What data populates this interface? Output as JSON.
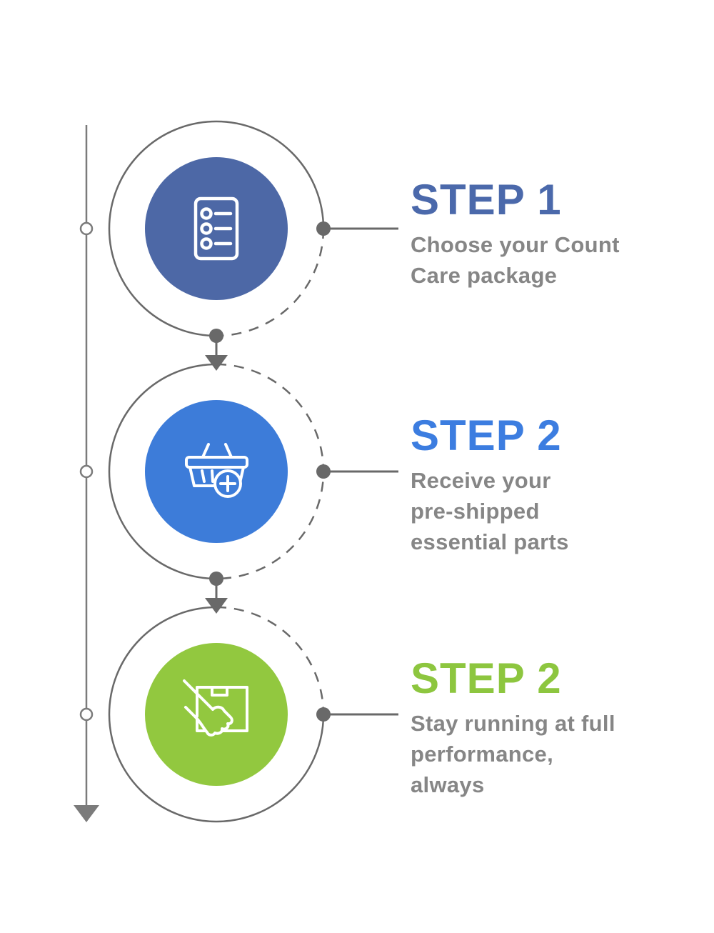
{
  "diagram": {
    "type": "vertical-process-infographic",
    "background": "#ffffff",
    "text_color": "#868686",
    "connector_color": "#696969",
    "timeline": {
      "orientation": "vertical-down-arrow",
      "node_count": 3,
      "line_color": "#7b7b7b"
    },
    "steps": [
      {
        "title": "STEP 1",
        "title_color": "#4b69ab",
        "description": "Choose your Count\nCare package",
        "circle_color": "#4d68a6",
        "icon": "checklist-icon"
      },
      {
        "title": "STEP 2",
        "title_color": "#3c7de0",
        "description": "Receive your\npre-shipped\nessential parts",
        "circle_color": "#3d7cd9",
        "icon": "add-to-basket-icon"
      },
      {
        "title": "STEP 2",
        "title_color": "#8dc63f",
        "description": "Stay running at full\nperformance,\nalways",
        "circle_color": "#92c83f",
        "icon": "hand-receiving-box-icon"
      }
    ]
  }
}
